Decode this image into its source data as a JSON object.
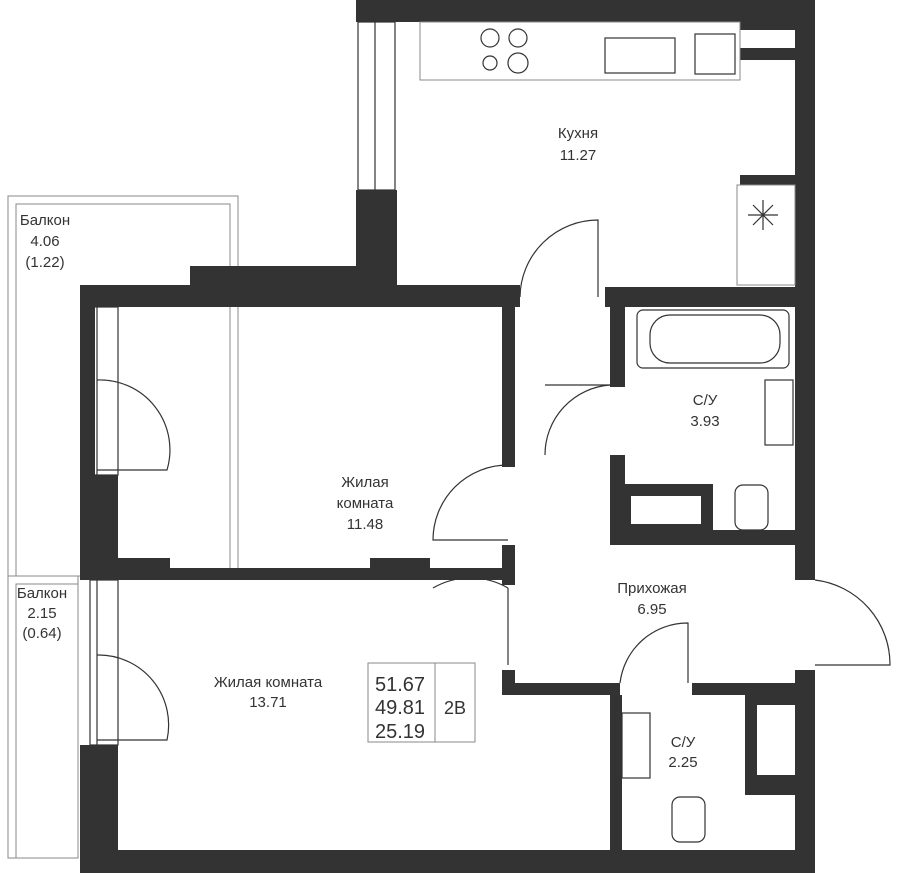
{
  "rooms": {
    "kitchen": {
      "name": "Кухня",
      "area": "11.27"
    },
    "balcony1": {
      "name": "Балкон",
      "area": "4.06",
      "reduced_area": "(1.22)"
    },
    "living1": {
      "name_line1": "Жилая",
      "name_line2": "комната",
      "area": "11.48"
    },
    "bath1": {
      "name": "С/У",
      "area": "3.93"
    },
    "hall": {
      "name": "Прихожая",
      "area": "6.95"
    },
    "balcony2": {
      "name": "Балкон",
      "area": "2.15",
      "reduced_area": "(0.64)"
    },
    "living2": {
      "name": "Жилая комната",
      "area": "13.71"
    },
    "bath2": {
      "name": "С/У",
      "area": "2.25"
    }
  },
  "summary": {
    "total_area": "51.67",
    "living_area_incl": "49.81",
    "living_area": "25.19",
    "type": "2В"
  },
  "colors": {
    "wall": "#333333"
  }
}
